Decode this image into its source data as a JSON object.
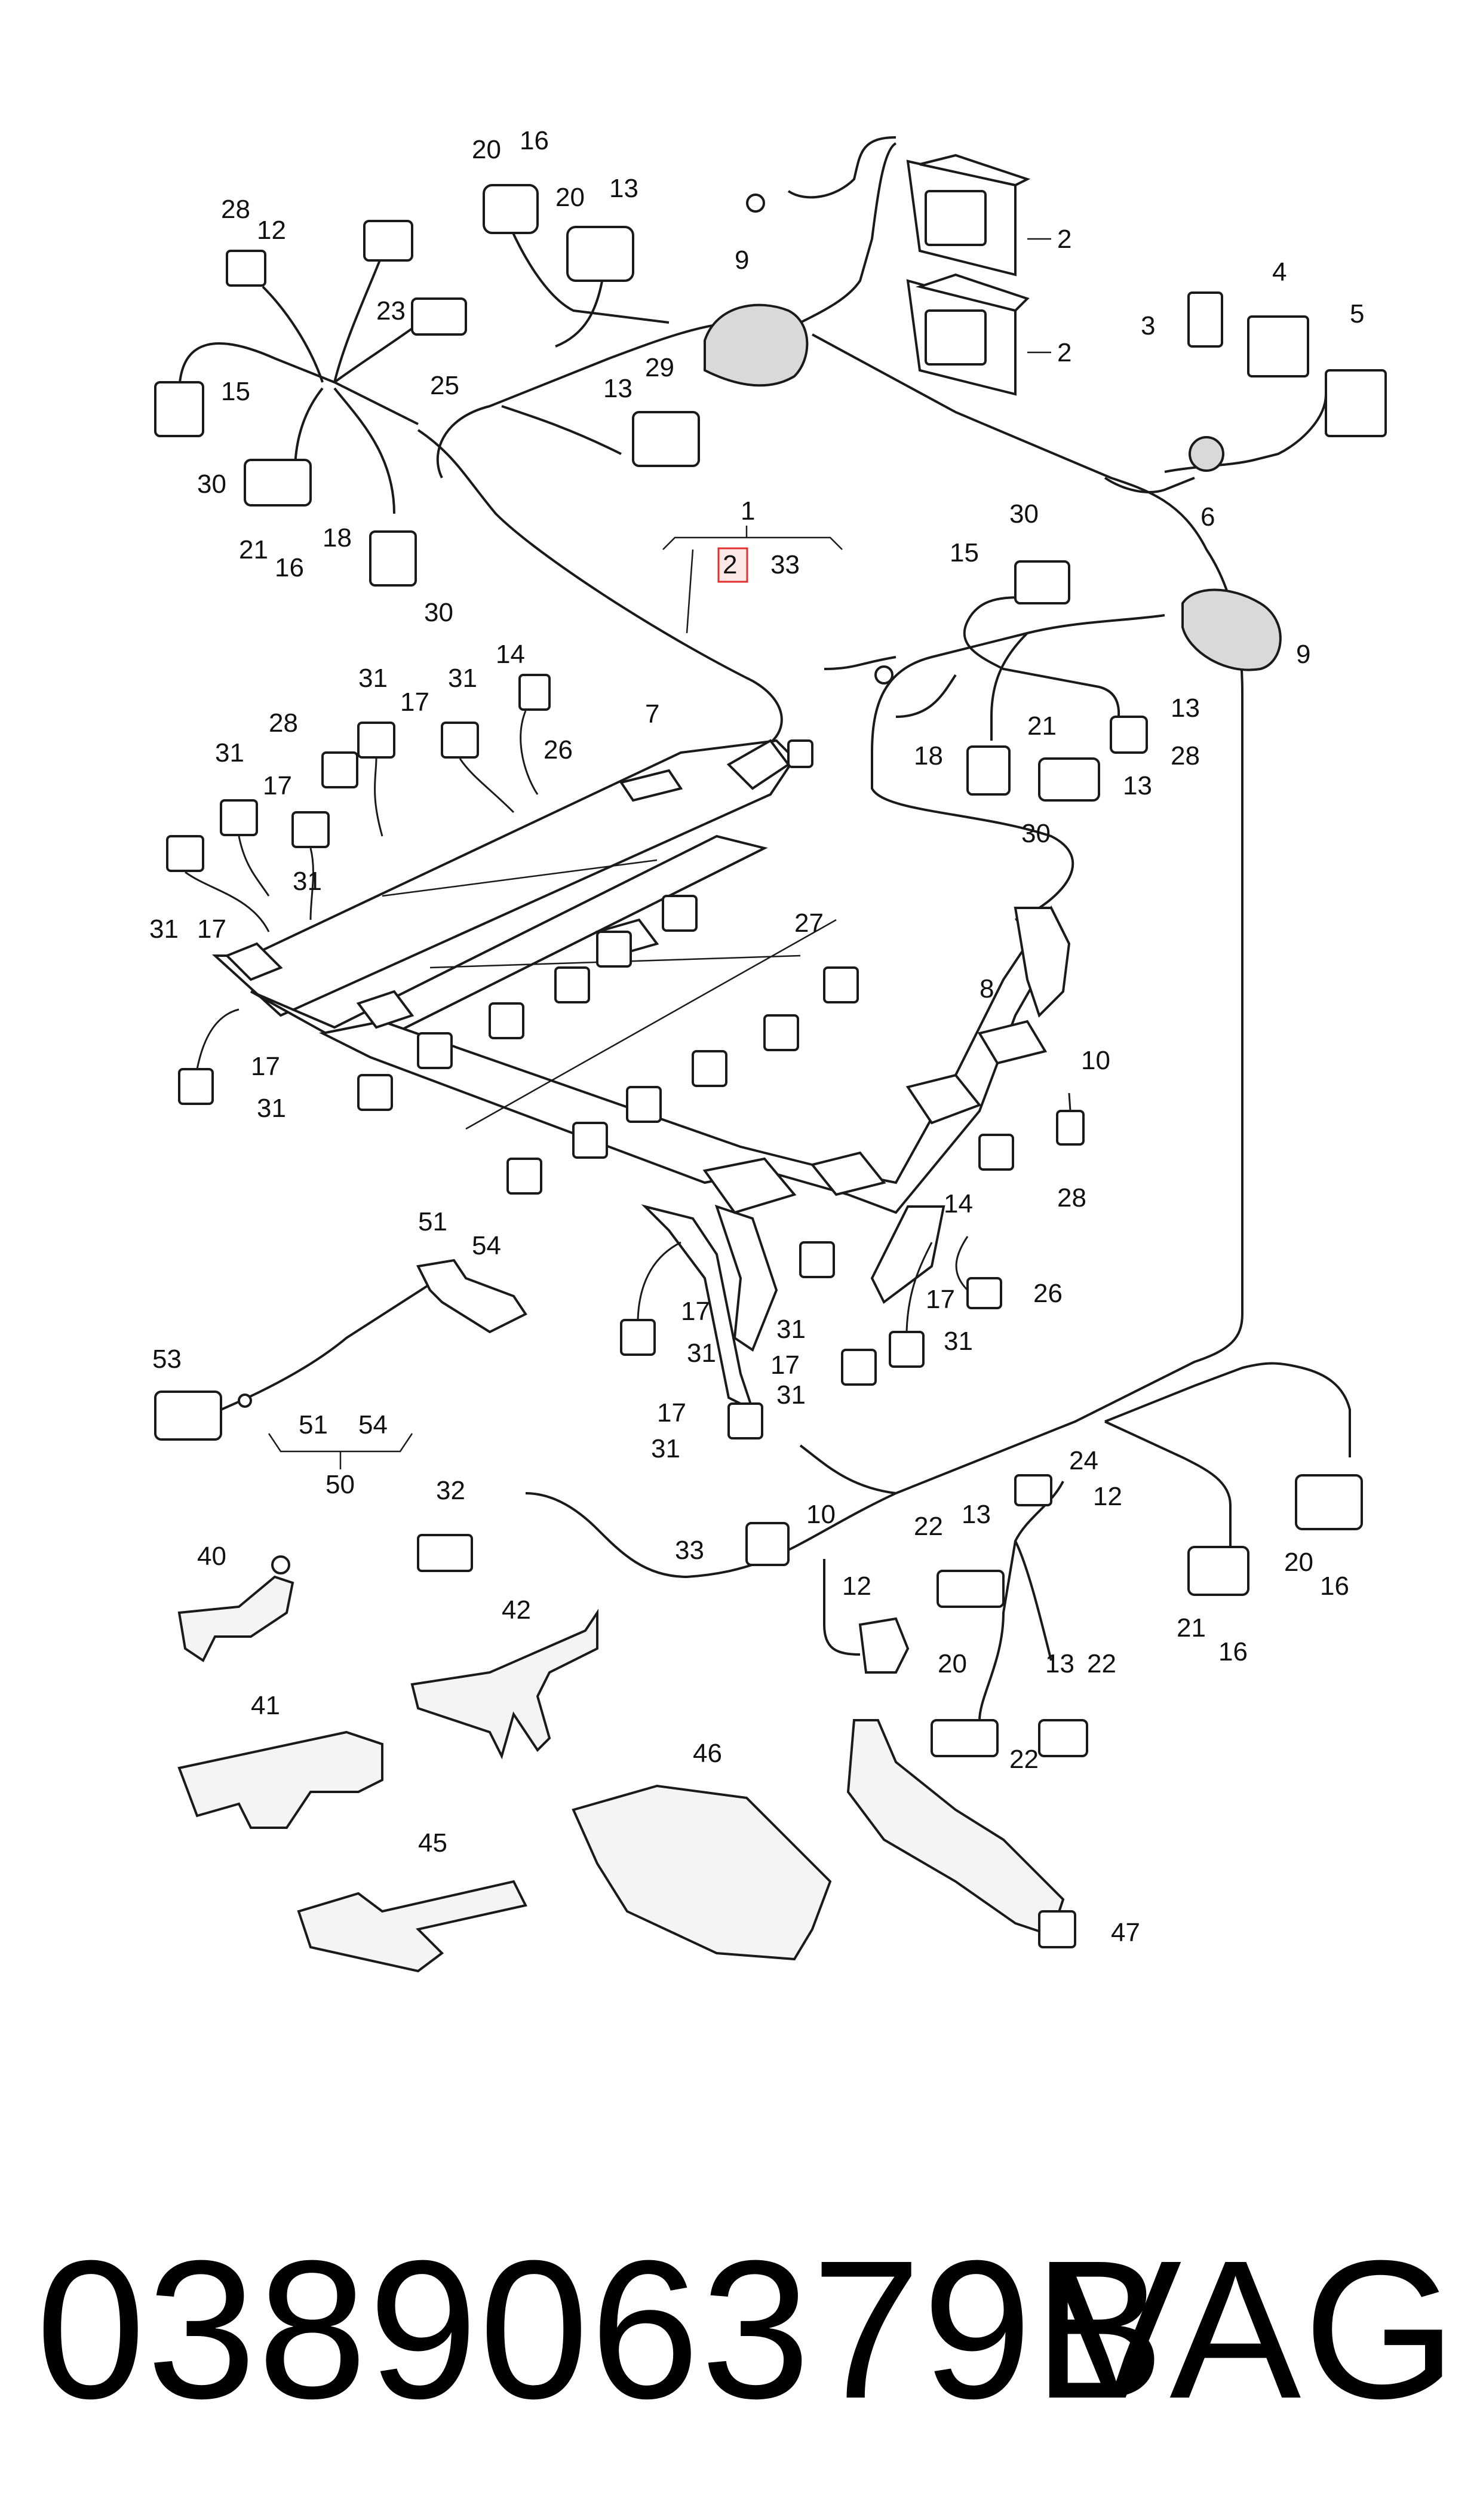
{
  "callouts": {
    "c1": "1",
    "c2a": "2",
    "c2b": "2",
    "c2box": "2",
    "c3": "3",
    "c4": "4",
    "c5": "5",
    "c6": "6",
    "c7": "7",
    "c8": "8",
    "c9a": "9",
    "c9b": "9",
    "c10a": "10",
    "c10b": "10",
    "c12a": "12",
    "c12b": "12",
    "c12c": "12",
    "c13a": "13",
    "c13b": "13",
    "c13c": "13",
    "c13d": "13",
    "c13e": "13",
    "c13f": "13",
    "c14a": "14",
    "c14b": "14",
    "c15a": "15",
    "c15b": "15",
    "c16a": "16",
    "c16b": "16",
    "c16c": "16",
    "c16d": "16",
    "c17a": "17",
    "c17b": "17",
    "c17c": "17",
    "c17d": "17",
    "c17e": "17",
    "c17f": "17",
    "c17g": "17",
    "c17h": "17",
    "c18a": "18",
    "c18b": "18",
    "c20a": "20",
    "c20b": "20",
    "c20c": "20",
    "c20d": "20",
    "c21a": "21",
    "c21b": "21",
    "c21c": "21",
    "c22a": "22",
    "c22b": "22",
    "c22c": "22",
    "c23": "23",
    "c24": "24",
    "c25": "25",
    "c26a": "26",
    "c26b": "26",
    "c27": "27",
    "c28a": "28",
    "c28b": "28",
    "c28c": "28",
    "c28d": "28",
    "c29": "29",
    "c30a": "30",
    "c30b": "30",
    "c30c": "30",
    "c30d": "30",
    "c31a": "31",
    "c31b": "31",
    "c31c": "31",
    "c31d": "31",
    "c31e": "31",
    "c31f": "31",
    "c31g": "31",
    "c31h": "31",
    "c31i": "31",
    "c31j": "31",
    "c31k": "31",
    "c32": "32",
    "c33a": "33",
    "c33b": "33",
    "c40": "40",
    "c41": "41",
    "c42": "42",
    "c45": "45",
    "c46": "46",
    "c47": "47",
    "c50": "50",
    "c51a": "51",
    "c51b": "51",
    "c53": "53",
    "c54a": "54",
    "c54b": "54"
  },
  "highlight_color": "#e03030",
  "footer": {
    "part_number": "038906379B",
    "brand": "VAG"
  }
}
